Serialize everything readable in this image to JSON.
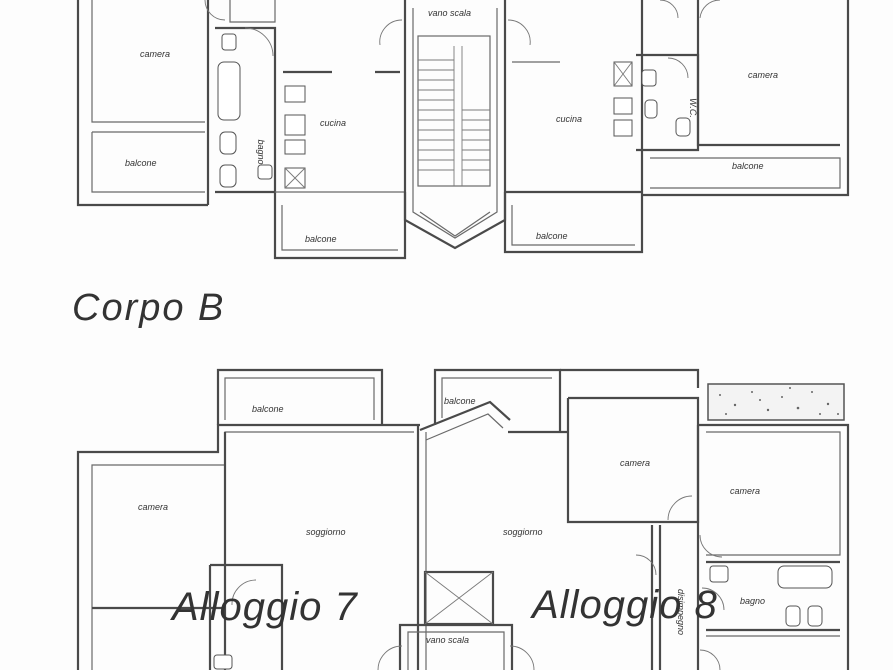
{
  "title": "Corpo B",
  "upper": {
    "rooms": {
      "camera_left": "camera",
      "bagno_left": "bagno",
      "cucina_left": "cucina",
      "vano_scala": "vano scala",
      "cucina_right": "cucina",
      "camera_right": "camera",
      "wc_right": "W.C.",
      "balcone_far_left": "balcone",
      "balcone_left": "balcone",
      "balcone_mid": "balcone",
      "balcone_right": "balcone"
    }
  },
  "lower": {
    "rooms": {
      "balcone_left": "balcone",
      "balcone_mid": "balcone",
      "camera_left": "camera",
      "soggiorno_left": "soggiorno",
      "soggiorno_right": "soggiorno",
      "camera_mid": "camera",
      "camera_right": "camera",
      "bagno_right": "bagno",
      "disimpegno": "disimpegno",
      "vano_scala": "vano scala"
    },
    "units": {
      "left": "Alloggio 7",
      "right": "Alloggio 8"
    }
  }
}
